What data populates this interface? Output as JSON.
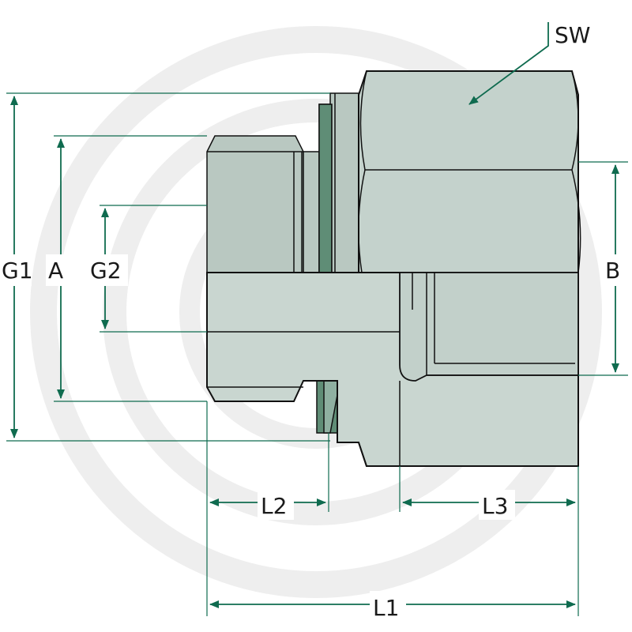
{
  "labels": {
    "sw": "SW",
    "g1": "G1",
    "a": "A",
    "g2": "G2",
    "b": "B",
    "l1": "L1",
    "l2": "L2",
    "l3": "L3"
  },
  "colors": {
    "dimension_line": "#0f6b4f",
    "body_fill": "#c4d2cc",
    "seal_ring": "#5f8d76",
    "outline": "#111111",
    "watermark": "#ececec"
  }
}
